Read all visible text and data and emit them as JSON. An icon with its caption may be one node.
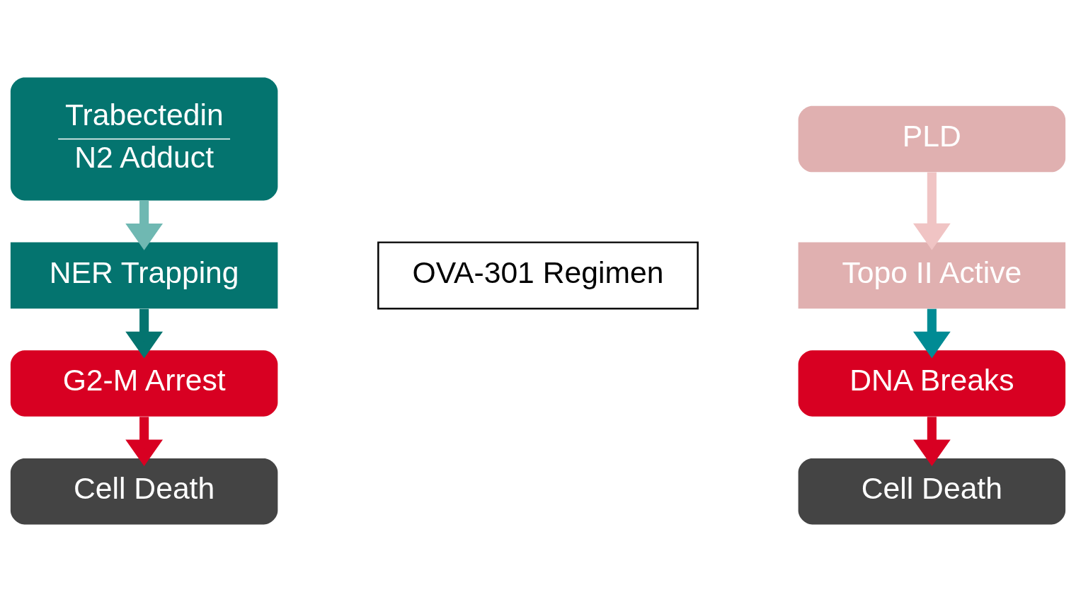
{
  "diagram": {
    "nodes": [
      {
        "text": [
          "Trabectedin",
          "N2 Adduct"
        ]
      },
      {
        "text": [
          "NER Trapping"
        ]
      },
      {
        "text": [
          "G2-M Arrest"
        ]
      },
      {
        "text": [
          "Cell Death"
        ]
      },
      {
        "text": [
          "OVA-301 Regimen"
        ]
      },
      {
        "text": [
          "PLD"
        ]
      },
      {
        "text": [
          "Topo II Active"
        ]
      },
      {
        "text": [
          "DNA Breaks"
        ]
      },
      {
        "text": [
          "Cell Death"
        ]
      }
    ],
    "edges": [
      {
        "from": 0,
        "to": 1,
        "arrow": "to",
        "color": "#6fb8b2"
      },
      {
        "from": 1,
        "to": 2,
        "arrow": "to",
        "color": "#04746f"
      },
      {
        "from": 2,
        "to": 3,
        "arrow": "to",
        "color": "#d80022"
      },
      {
        "from": 5,
        "to": 6,
        "arrow": "to",
        "color": "#f0c4c4"
      },
      {
        "from": 6,
        "to": 7,
        "arrow": "to",
        "color": "#008b94"
      },
      {
        "from": 7,
        "to": 8,
        "arrow": "to",
        "color": "#d80022"
      }
    ]
  }
}
